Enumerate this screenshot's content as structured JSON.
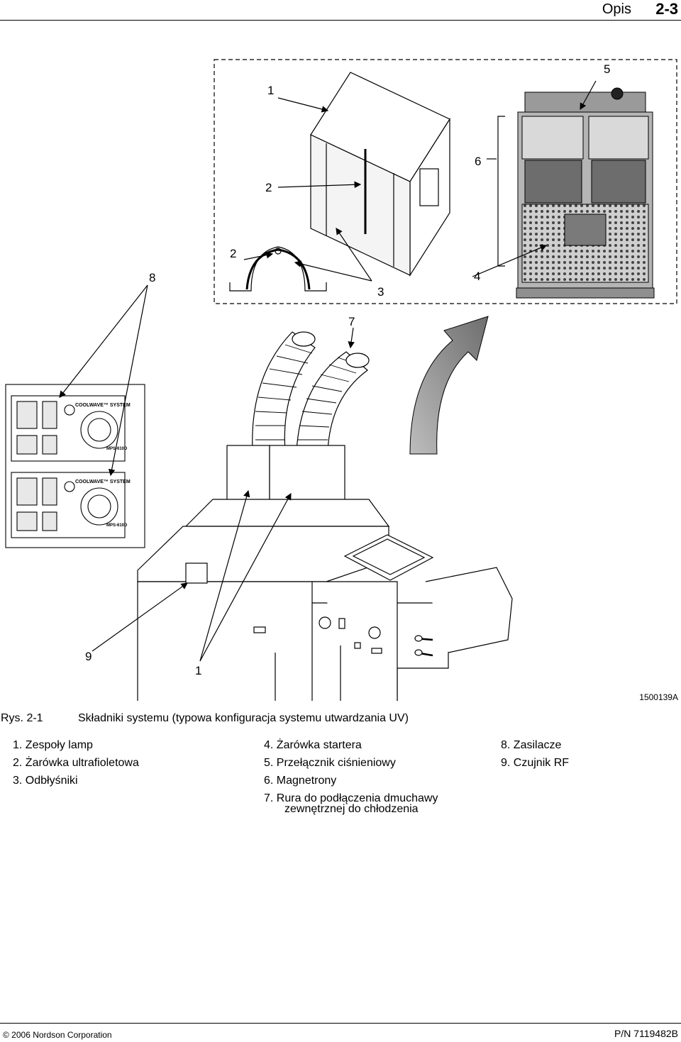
{
  "header": {
    "section": "Opis",
    "page": "2-3"
  },
  "figure": {
    "callouts": [
      {
        "id": "c5",
        "label": "5"
      },
      {
        "id": "c1a",
        "label": "1"
      },
      {
        "id": "c6",
        "label": "6"
      },
      {
        "id": "c2a",
        "label": "2"
      },
      {
        "id": "c2b",
        "label": "2"
      },
      {
        "id": "c8",
        "label": "8"
      },
      {
        "id": "c4",
        "label": "4"
      },
      {
        "id": "c3",
        "label": "3"
      },
      {
        "id": "c7",
        "label": "7"
      },
      {
        "id": "c9",
        "label": "9"
      },
      {
        "id": "c1b",
        "label": "1"
      }
    ],
    "panel_brand": "COOLWAVE™ SYSTEM",
    "panel_model": "MPS-610D",
    "figure_id": "1500139A"
  },
  "caption": {
    "label": "Rys. 2-1",
    "text": "Składniki systemu (typowa konfiguracja systemu utwardzania UV)"
  },
  "legend": {
    "col1": [
      "1. Zespoły lamp",
      "2. Żarówka ultrafioletowa",
      "3. Odbłyśniki"
    ],
    "col2": [
      "4. Żarówka startera",
      "5. Przełącznik ciśnieniowy",
      "6. Magnetrony",
      "7. Rura do podłączenia dmuchawy"
    ],
    "col2_cont": "zewnętrznej do chłodzenia",
    "col3": [
      "8. Zasilacze",
      "9. Czujnik RF"
    ]
  },
  "footer": {
    "copyright": "© 2006 Nordson Corporation",
    "part_number": "P/N 7119482B"
  }
}
